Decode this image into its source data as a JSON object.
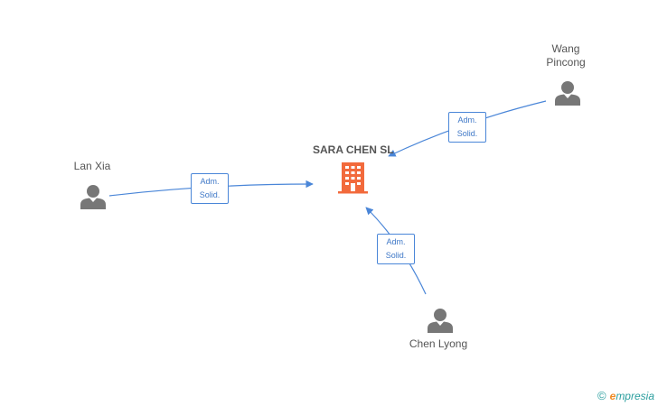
{
  "company": {
    "name": "SARA CHEN SL",
    "icon": "building-icon",
    "color": "#f26a3c"
  },
  "persons": [
    {
      "id": "wang",
      "name_lines": [
        "Wang",
        "Pincong"
      ],
      "icon": "person-icon"
    },
    {
      "id": "lanxia",
      "name_lines": [
        "Lan Xia"
      ],
      "icon": "person-icon"
    },
    {
      "id": "chen",
      "name_lines": [
        "Chen Lyong"
      ],
      "icon": "person-icon"
    }
  ],
  "relations": [
    {
      "from": "wang",
      "to": "company",
      "label_lines": [
        "Adm.",
        "Solid."
      ]
    },
    {
      "from": "lanxia",
      "to": "company",
      "label_lines": [
        "Adm.",
        "Solid."
      ]
    },
    {
      "from": "chen",
      "to": "company",
      "label_lines": [
        "Adm.",
        "Solid."
      ]
    }
  ],
  "colors": {
    "edge": "#4a86d8",
    "person_icon": "#777777"
  },
  "brand": {
    "copyright_symbol": "©",
    "initial": "e",
    "rest": "mpresia"
  }
}
